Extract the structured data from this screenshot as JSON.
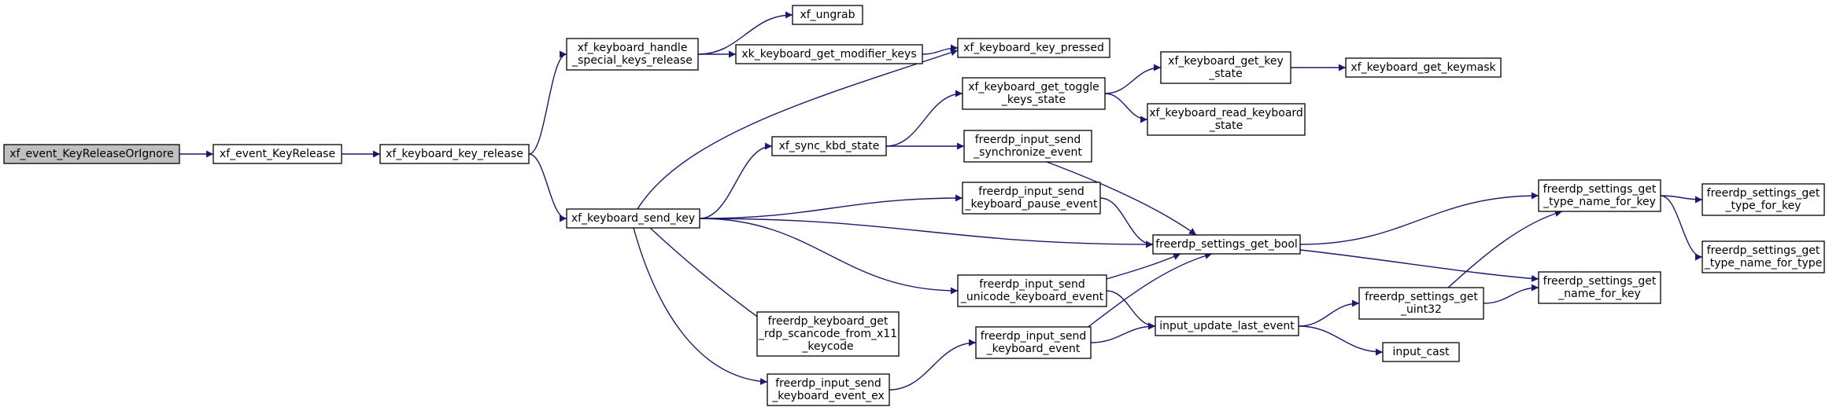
{
  "colors": {
    "edge": "#191970",
    "node_fill": "#ffffff",
    "root_fill": "#bfbfbf",
    "node_border": "#000000"
  },
  "nodes": [
    {
      "id": "n0",
      "lines": [
        "xf_event_KeyReleaseOrIgnore"
      ],
      "root": true
    },
    {
      "id": "n1",
      "lines": [
        "xf_event_KeyRelease"
      ]
    },
    {
      "id": "n2",
      "lines": [
        "xf_keyboard_key_release"
      ]
    },
    {
      "id": "n3",
      "lines": [
        "xf_keyboard_handle",
        "_special_keys_release"
      ]
    },
    {
      "id": "n4",
      "lines": [
        "xf_keyboard_send_key"
      ]
    },
    {
      "id": "n5",
      "lines": [
        "xf_ungrab"
      ]
    },
    {
      "id": "n6",
      "lines": [
        "xk_keyboard_get_modifier_keys"
      ]
    },
    {
      "id": "n7",
      "lines": [
        "xf_keyboard_key_pressed"
      ]
    },
    {
      "id": "n8",
      "lines": [
        "xf_keyboard_get_toggle",
        "_keys_state"
      ]
    },
    {
      "id": "n9",
      "lines": [
        "xf_keyboard_get_key",
        "_state"
      ]
    },
    {
      "id": "n10",
      "lines": [
        "xf_keyboard_get_keymask"
      ]
    },
    {
      "id": "n11",
      "lines": [
        "xf_keyboard_read_keyboard",
        "_state"
      ]
    },
    {
      "id": "n12",
      "lines": [
        "xf_sync_kbd_state"
      ]
    },
    {
      "id": "n13",
      "lines": [
        "freerdp_input_send",
        "_synchronize_event"
      ]
    },
    {
      "id": "n14",
      "lines": [
        "freerdp_input_send",
        "_keyboard_pause_event"
      ]
    },
    {
      "id": "n15",
      "lines": [
        "freerdp_settings_get_bool"
      ]
    },
    {
      "id": "n16",
      "lines": [
        "freerdp_input_send",
        "_unicode_keyboard_event"
      ]
    },
    {
      "id": "n17",
      "lines": [
        "freerdp_keyboard_get",
        "_rdp_scancode_from_x11",
        "_keycode"
      ]
    },
    {
      "id": "n18",
      "lines": [
        "freerdp_input_send",
        "_keyboard_event_ex"
      ]
    },
    {
      "id": "n19",
      "lines": [
        "freerdp_input_send",
        "_keyboard_event"
      ]
    },
    {
      "id": "n20",
      "lines": [
        "input_update_last_event"
      ]
    },
    {
      "id": "n21",
      "lines": [
        "freerdp_settings_get",
        "_uint32"
      ]
    },
    {
      "id": "n22",
      "lines": [
        "input_cast"
      ]
    },
    {
      "id": "n23",
      "lines": [
        "freerdp_settings_get",
        "_type_name_for_key"
      ]
    },
    {
      "id": "n24",
      "lines": [
        "freerdp_settings_get",
        "_name_for_key"
      ]
    },
    {
      "id": "n25",
      "lines": [
        "freerdp_settings_get",
        "_type_for_key"
      ]
    },
    {
      "id": "n26",
      "lines": [
        "freerdp_settings_get",
        "_type_name_for_type"
      ]
    }
  ]
}
